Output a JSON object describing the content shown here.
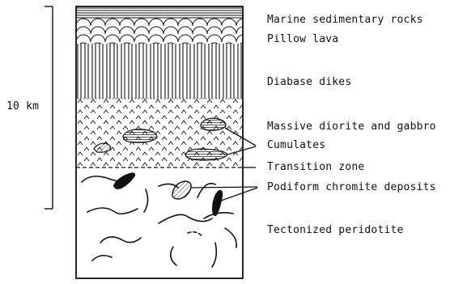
{
  "scale": {
    "label": "10 km"
  },
  "layers": [
    {
      "id": "marine",
      "label": "Marine sedimentary rocks"
    },
    {
      "id": "pillow",
      "label": "Pillow lava"
    },
    {
      "id": "dikes",
      "label": "Diabase dikes"
    },
    {
      "id": "diorite",
      "label": "Massive diorite and gabbro"
    },
    {
      "id": "cumulates",
      "label": "Cumulates"
    },
    {
      "id": "transition",
      "label": "Transition zone"
    },
    {
      "id": "chromite",
      "label": "Podiform chromite deposits"
    },
    {
      "id": "peridotite",
      "label": "Tectonized peridotite"
    }
  ],
  "colors": {
    "ink": "#111111",
    "paper": "#ffffff"
  }
}
